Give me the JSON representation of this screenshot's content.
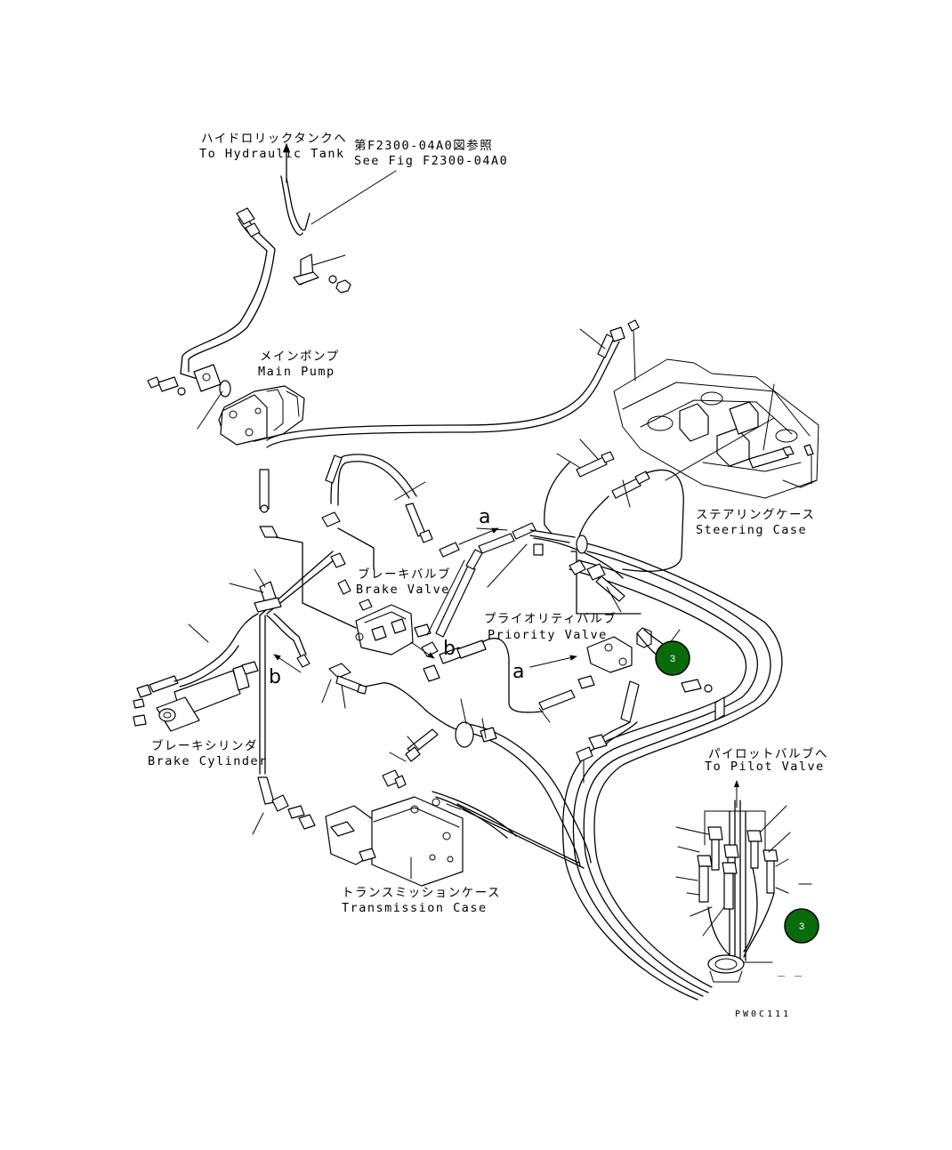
{
  "labels": {
    "hydraulic_tank_ja": "ハイドロリックタンクへ",
    "hydraulic_tank_en": "To Hydraulic Tank",
    "see_fig_ja": "第F2300-04A0図参照",
    "see_fig_en": "See Fig F2300-04A0",
    "main_pump_ja": "メインポンプ",
    "main_pump_en": "Main Pump",
    "brake_valve_ja": "ブレーキバルブ",
    "brake_valve_en": "Brake Valve",
    "priority_valve_ja": "プライオリティバルブ",
    "priority_valve_en": "Priority Valve",
    "steering_case_ja": "ステアリングケース",
    "steering_case_en": "Steering Case",
    "brake_cylinder_ja": "ブレーキシリンダ",
    "brake_cylinder_en": "Brake Cylinder",
    "pilot_valve_ja": "パイロットバルブへ",
    "pilot_valve_en": "To Pilot Valve",
    "transmission_case_ja": "トランスミッションケース",
    "transmission_case_en": "Transmission Case",
    "code": "PW0C111",
    "dash": "_ _"
  },
  "arrows": {
    "a1": "a",
    "a2": "a",
    "b1": "b",
    "b2": "b"
  },
  "badges": [
    {
      "label": "3",
      "color": "#0a6b0a"
    },
    {
      "label": "3",
      "color": "#0a6b0a"
    }
  ]
}
